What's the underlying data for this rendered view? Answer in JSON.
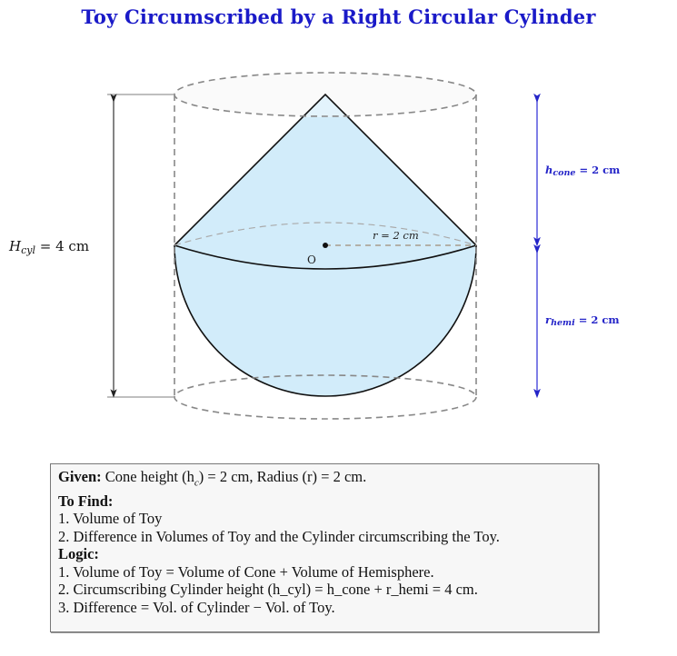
{
  "title": "Toy Circumscribed by a Right Circular Cylinder",
  "diagram": {
    "h_cyl_label": "H",
    "h_cyl_sub": "cyl",
    "h_cyl_value": " = 4 cm",
    "radius_label": "r = 2 cm",
    "center_label": "O",
    "h_cone_label": "h",
    "h_cone_sub": "cone",
    "h_cone_value": " = 2 cm",
    "r_hemi_label": "r",
    "r_hemi_sub": "hemi",
    "r_hemi_value": " = 2 cm",
    "colors": {
      "fill": "#d2ecfa",
      "outline": "#111111",
      "dashed": "#8a8a8a",
      "dimension_blue": "#2424c8",
      "title_blue": "#1a1ac8"
    }
  },
  "info": {
    "given_heading": "Given:",
    "given_text": " Cone height (h",
    "given_sub": "c",
    "given_text2": ") = 2 cm, Radius (r) = 2 cm.",
    "find_heading": "To Find:",
    "find_items": [
      "1.  Volume of Toy",
      "2.  Difference in Volumes of Toy and the Cylinder circumscribing the Toy."
    ],
    "logic_heading": "Logic:",
    "logic_items": [
      "1.  Volume of Toy = Volume of Cone + Volume of Hemisphere.",
      "2.  Circumscribing Cylinder height (h_cyl) = h_cone + r_hemi = 4 cm.",
      "3.  Difference = Vol.  of Cylinder − Vol.  of Toy."
    ]
  }
}
